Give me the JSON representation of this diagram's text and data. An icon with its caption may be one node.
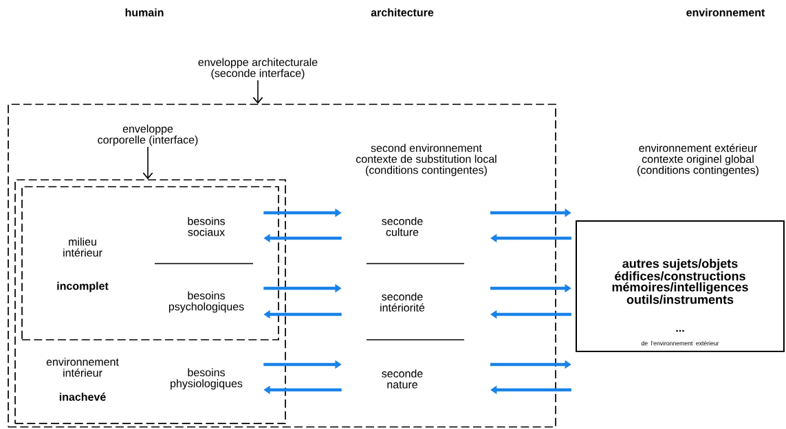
{
  "diagram": {
    "nodes": [
      {
        "text": [
          "enveloppe architecturale (seconde interface)"
        ]
      },
      {
        "text": [
          "second environnement contexte de substitution local (conditions contingentes)"
        ]
      },
      {
        "text": [
          "enveloppe corporelle (interface)"
        ],
        "in": 1
      },
      {
        "text": [
          "environnement intérieur",
          "inachevé"
        ],
        "in": 1
      },
      {
        "text": [
          "milieu intérieur",
          "incomplet"
        ],
        "in": 3
      },
      {
        "text": [
          "besoins sociaux"
        ],
        "in": 4
      },
      {
        "text": [
          "besoins psychologiques"
        ],
        "in": 4
      },
      {
        "text": [
          "besoins physiologiques"
        ],
        "in": 3
      },
      {
        "text": [
          "seconde culture"
        ],
        "in": 1
      },
      {
        "text": [
          "seconde intériorité"
        ],
        "in": 1
      },
      {
        "text": [
          "seconde nature"
        ],
        "in": 1
      },
      {
        "text": [
          "autres sujets/objets édifices/constructions mémoires/intelligences outils/instruments",
          "...",
          "de l'environnement extérieur"
        ]
      }
    ],
    "edges": [
      {
        "from": 0,
        "to": 1,
        "arrow": "to",
        "color": "#000000"
      },
      {
        "from": 2,
        "to": 3,
        "arrow": "to",
        "color": "#000000"
      },
      {
        "from": 5,
        "to": 8,
        "arrow": "to"
      },
      {
        "from": 8,
        "to": 5,
        "arrow": "to"
      },
      {
        "from": 6,
        "to": 9,
        "arrow": "to"
      },
      {
        "from": 9,
        "to": 6,
        "arrow": "to"
      },
      {
        "from": 7,
        "to": 10,
        "arrow": "to"
      },
      {
        "from": 10,
        "to": 7,
        "arrow": "to"
      },
      {
        "from": null,
        "to": 1,
        "arrow": "to"
      },
      {
        "from": 1,
        "to": null,
        "arrow": "to"
      },
      {
        "from": null,
        "to": 1,
        "arrow": "to"
      },
      {
        "from": 1,
        "to": null,
        "arrow": "to"
      },
      {
        "from": null,
        "to": 1,
        "arrow": "to"
      },
      {
        "from": 1,
        "to": null,
        "arrow": "to"
      }
    ],
    "labels": [
      "humain",
      "architecture",
      "environnement",
      "environnement extérieur contexte originel global (conditions contingentes)"
    ]
  }
}
